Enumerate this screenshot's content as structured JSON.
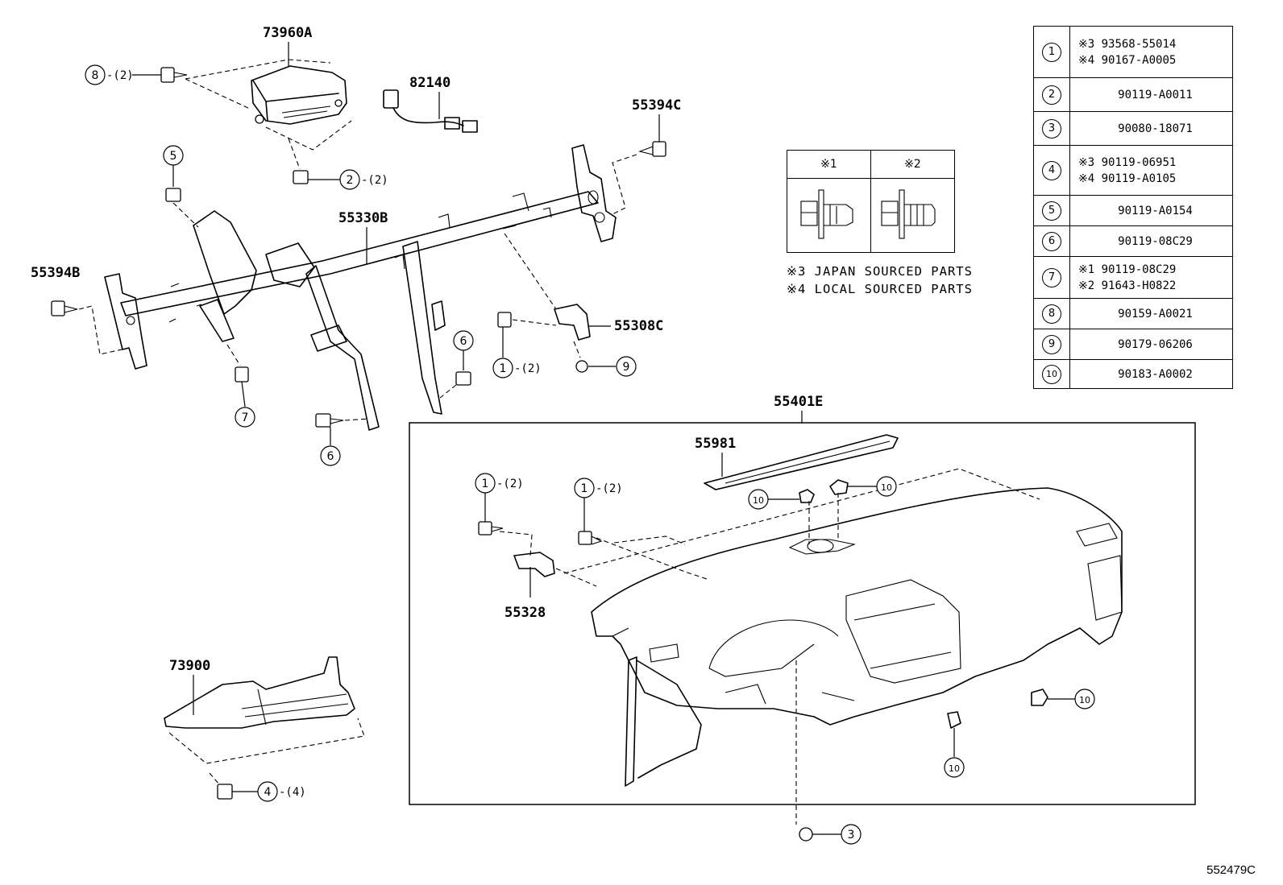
{
  "diagram_id": "552479C",
  "part_labels": {
    "p73960A": "73960A",
    "p82140": "82140",
    "p55394C": "55394C",
    "p55330B": "55330B",
    "p55394B": "55394B",
    "p55308C": "55308C",
    "p55401E": "55401E",
    "p55981": "55981",
    "p55328": "55328",
    "p73900": "73900"
  },
  "callouts": [
    {
      "num": "8",
      "qty": "-(2)"
    },
    {
      "num": "2",
      "qty": "-(2)"
    },
    {
      "num": "5",
      "qty": ""
    },
    {
      "num": "7",
      "qty": ""
    },
    {
      "num": "6",
      "qty": ""
    },
    {
      "num": "6",
      "qty": ""
    },
    {
      "num": "1",
      "qty": "-(2)"
    },
    {
      "num": "9",
      "qty": ""
    },
    {
      "num": "1",
      "qty": "-(2)"
    },
    {
      "num": "1",
      "qty": "-(2)"
    },
    {
      "num": "10",
      "qty": ""
    },
    {
      "num": "10",
      "qty": ""
    },
    {
      "num": "10",
      "qty": ""
    },
    {
      "num": "10",
      "qty": ""
    },
    {
      "num": "4",
      "qty": "-(4)"
    },
    {
      "num": "3",
      "qty": ""
    }
  ],
  "legend": [
    {
      "num": "1",
      "lines": [
        "※3  93568-55014",
        "※4  90167-A0005"
      ]
    },
    {
      "num": "2",
      "lines": [
        "90119-A0011"
      ]
    },
    {
      "num": "3",
      "lines": [
        "90080-18071"
      ]
    },
    {
      "num": "4",
      "lines": [
        "※3  90119-06951",
        "※4  90119-A0105"
      ]
    },
    {
      "num": "5",
      "lines": [
        "90119-A0154"
      ]
    },
    {
      "num": "6",
      "lines": [
        "90119-08C29"
      ]
    },
    {
      "num": "7",
      "lines": [
        "※1  90119-08C29",
        "※2  91643-H0822"
      ]
    },
    {
      "num": "8",
      "lines": [
        "90159-A0021"
      ]
    },
    {
      "num": "9",
      "lines": [
        "90179-06206"
      ]
    },
    {
      "num": "10",
      "lines": [
        "90183-A0002"
      ]
    }
  ],
  "note_table": {
    "col1": "※1",
    "col2": "※2"
  },
  "notes": [
    "※3  JAPAN  SOURCED  PARTS",
    "※4  LOCAL  SOURCED  PARTS"
  ]
}
